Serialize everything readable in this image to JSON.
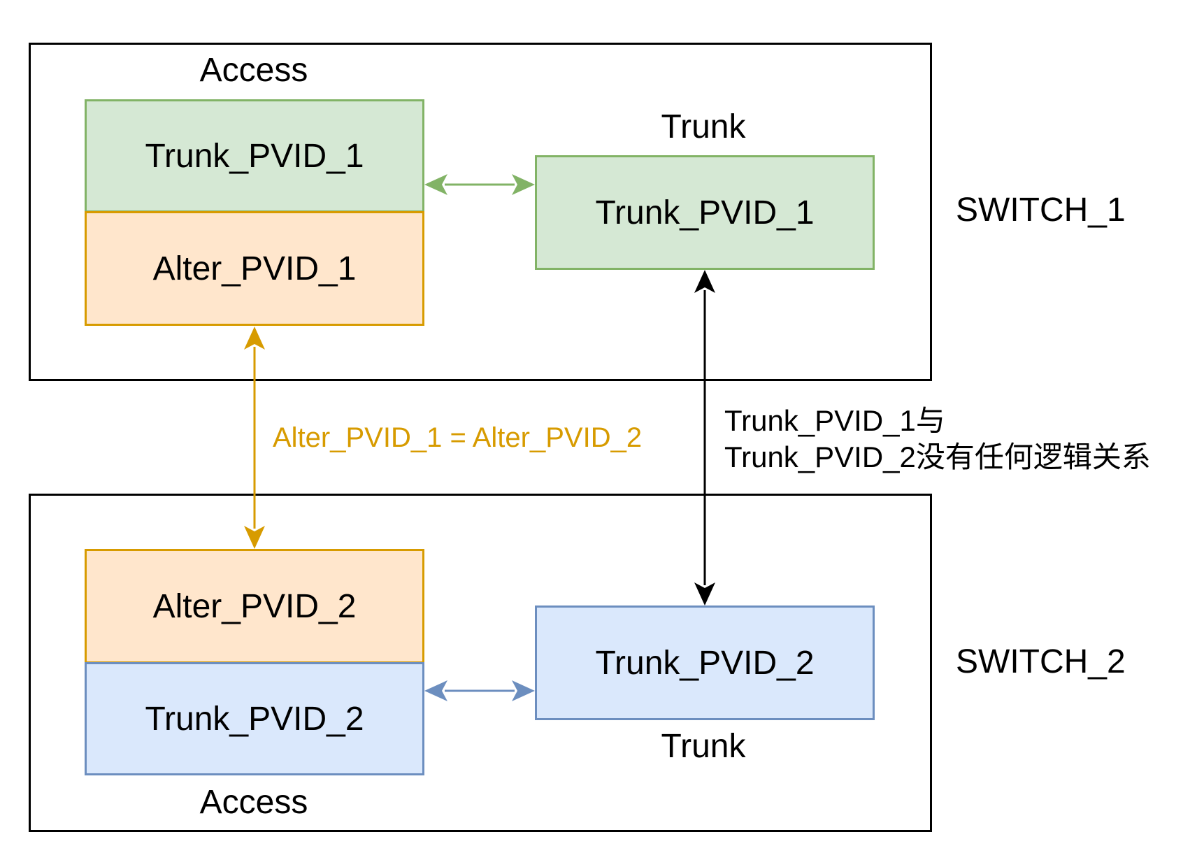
{
  "switch1": {
    "name": "SWITCH_1",
    "access_label": "Access",
    "trunk_label": "Trunk",
    "access_top": "Trunk_PVID_1",
    "access_bottom": "Alter_PVID_1",
    "trunk_box": "Trunk_PVID_1"
  },
  "switch2": {
    "name": "SWITCH_2",
    "access_label": "Access",
    "trunk_label": "Trunk",
    "access_top": "Alter_PVID_2",
    "access_bottom": "Trunk_PVID_2",
    "trunk_box": "Trunk_PVID_2"
  },
  "alter_equation": "Alter_PVID_1 = Alter_PVID_2",
  "note_line1": "Trunk_PVID_1与",
  "note_line2": "Trunk_PVID_2没有任何逻辑关系",
  "colors": {
    "green_fill": "#d5e8d4",
    "green_stroke": "#82b366",
    "orange_fill": "#ffe6cc",
    "orange_stroke": "#d79b00",
    "blue_fill": "#dae8fc",
    "blue_stroke": "#6c8ebf",
    "black": "#000000"
  }
}
